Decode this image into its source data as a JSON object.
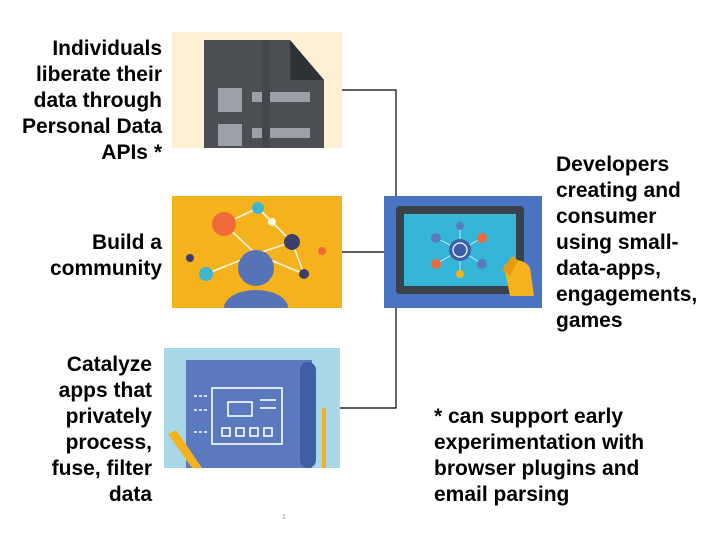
{
  "labels": {
    "individuals": [
      "Individuals",
      "liberate their",
      "data through",
      "Personal Data",
      "APIs *"
    ],
    "community": [
      "Build a",
      "community"
    ],
    "catalyze": [
      "Catalyze",
      "apps that",
      "privately",
      "process,",
      "fuse, filter",
      "data"
    ],
    "developers": [
      "Developers",
      "creating and",
      "consumer",
      "using small-",
      "data-apps,",
      "engagements,",
      "games"
    ],
    "footnote": [
      "* can support early",
      "experimentation with",
      "browser plugins and",
      "email parsing"
    ]
  },
  "slide_number": "1",
  "colors": {
    "document_bg": "#fdf0d4",
    "document_gray": "#4b4f54",
    "network_bg": "#f5b21c",
    "blueprint_bg": "#a8d8e8",
    "blueprint_blue": "#5b79be",
    "tablet_bg": "#4a73c4",
    "tablet_screen": "#35b6d8"
  },
  "icons": {
    "document": "document-icon",
    "network": "network-icon",
    "blueprint": "blueprint-icon",
    "tablet": "tablet-icon"
  }
}
